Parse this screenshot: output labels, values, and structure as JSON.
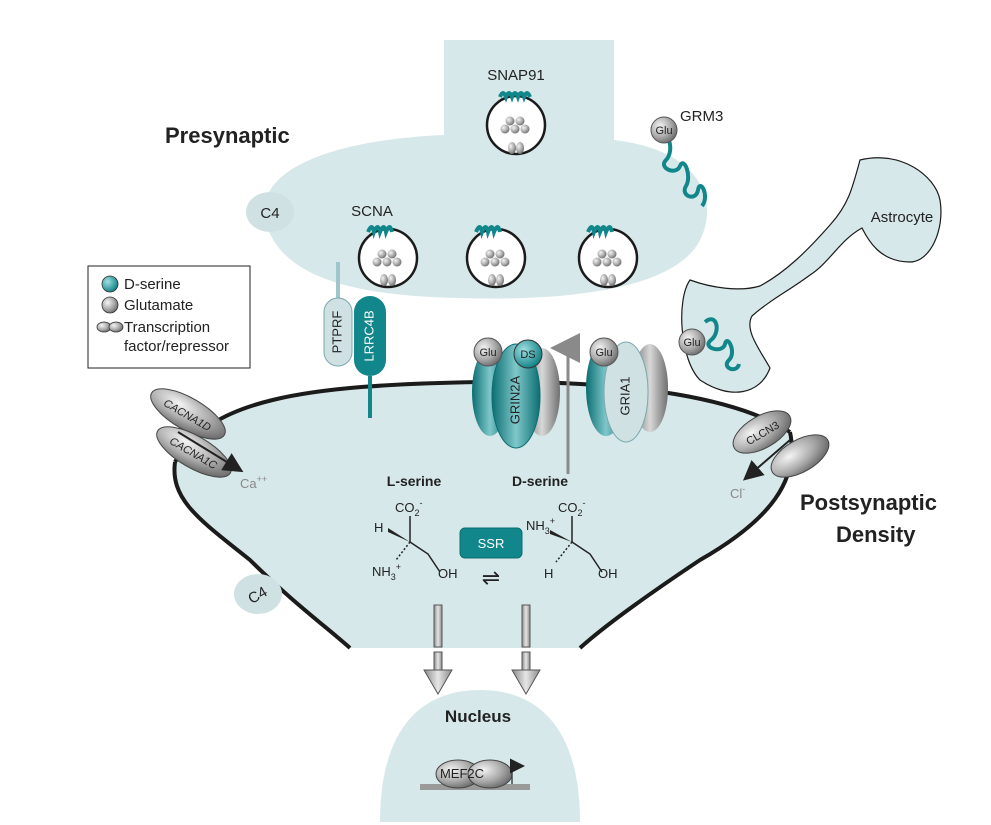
{
  "regions": {
    "presynaptic": "Presynaptic",
    "postsynaptic_line1": "Postsynaptic",
    "postsynaptic_line2": "Density",
    "astrocyte": "Astrocyte",
    "nucleus": "Nucleus"
  },
  "legend": {
    "dserine": "D-serine",
    "glutamate": "Glutamate",
    "tf_line1": "Transcription",
    "tf_line2": "factor/repressor"
  },
  "proteins": {
    "snap91": "SNAP91",
    "grm3": "GRM3",
    "scna": "SCNA",
    "c4_top": "C4",
    "c4_bottom": "C4",
    "ptprf": "PTPRF",
    "lrrc4b": "LRRC4B",
    "grin2a": "GRIN2A",
    "gria1": "GRIA1",
    "cacna1d": "CACNA1D",
    "cacna1c": "CACNA1C",
    "clcn3": "CLCN3",
    "mef2c": "MEF2C",
    "ssr": "SSR",
    "ds": "DS"
  },
  "glu": "Glu",
  "ions": {
    "ca": "Ca",
    "ca_sup": "++",
    "cl": "Cl",
    "cl_sup": "-"
  },
  "chem": {
    "lserine": "L-serine",
    "dserine": "D-serine",
    "co2": "CO",
    "co2_sub": "2",
    "co2_sup": "-",
    "h": "H",
    "nh3": "NH",
    "nh3_sub": "3",
    "nh3_sup": "+",
    "oh": "OH",
    "equilibrium": "⇌"
  },
  "colors": {
    "membrane_fill": "#cfe1e3",
    "teal": "#11878b",
    "dark": "#1b1b1b"
  }
}
